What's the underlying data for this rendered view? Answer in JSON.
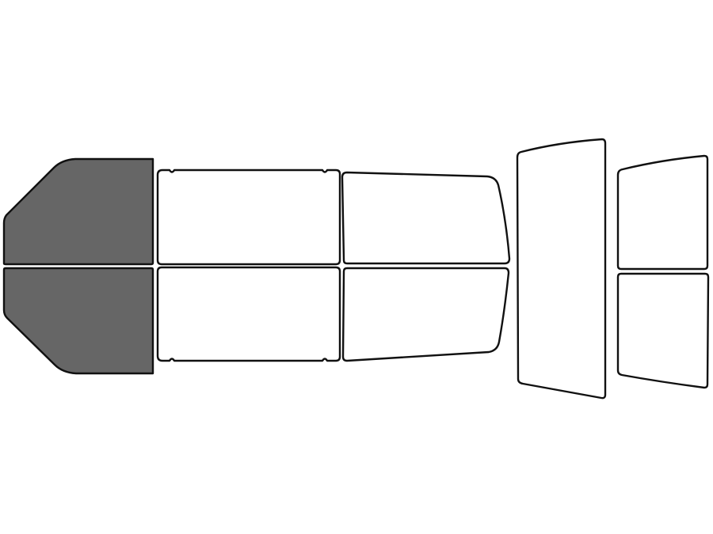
{
  "colors": {
    "background": "#ffffff",
    "outline": "#111111",
    "tinted_fill": "#666666",
    "untinted_fill": "#ffffff"
  },
  "panes": [
    {
      "id": "front-windshield-upper",
      "tinted": true
    },
    {
      "id": "front-windshield-lower",
      "tinted": true
    },
    {
      "id": "front-door-window-upper",
      "tinted": false
    },
    {
      "id": "front-door-window-lower",
      "tinted": false
    },
    {
      "id": "rear-door-window-upper",
      "tinted": false
    },
    {
      "id": "rear-door-window-lower",
      "tinted": false
    },
    {
      "id": "quarter-window",
      "tinted": false
    },
    {
      "id": "rear-window-upper",
      "tinted": false
    },
    {
      "id": "rear-window-lower",
      "tinted": false
    }
  ]
}
